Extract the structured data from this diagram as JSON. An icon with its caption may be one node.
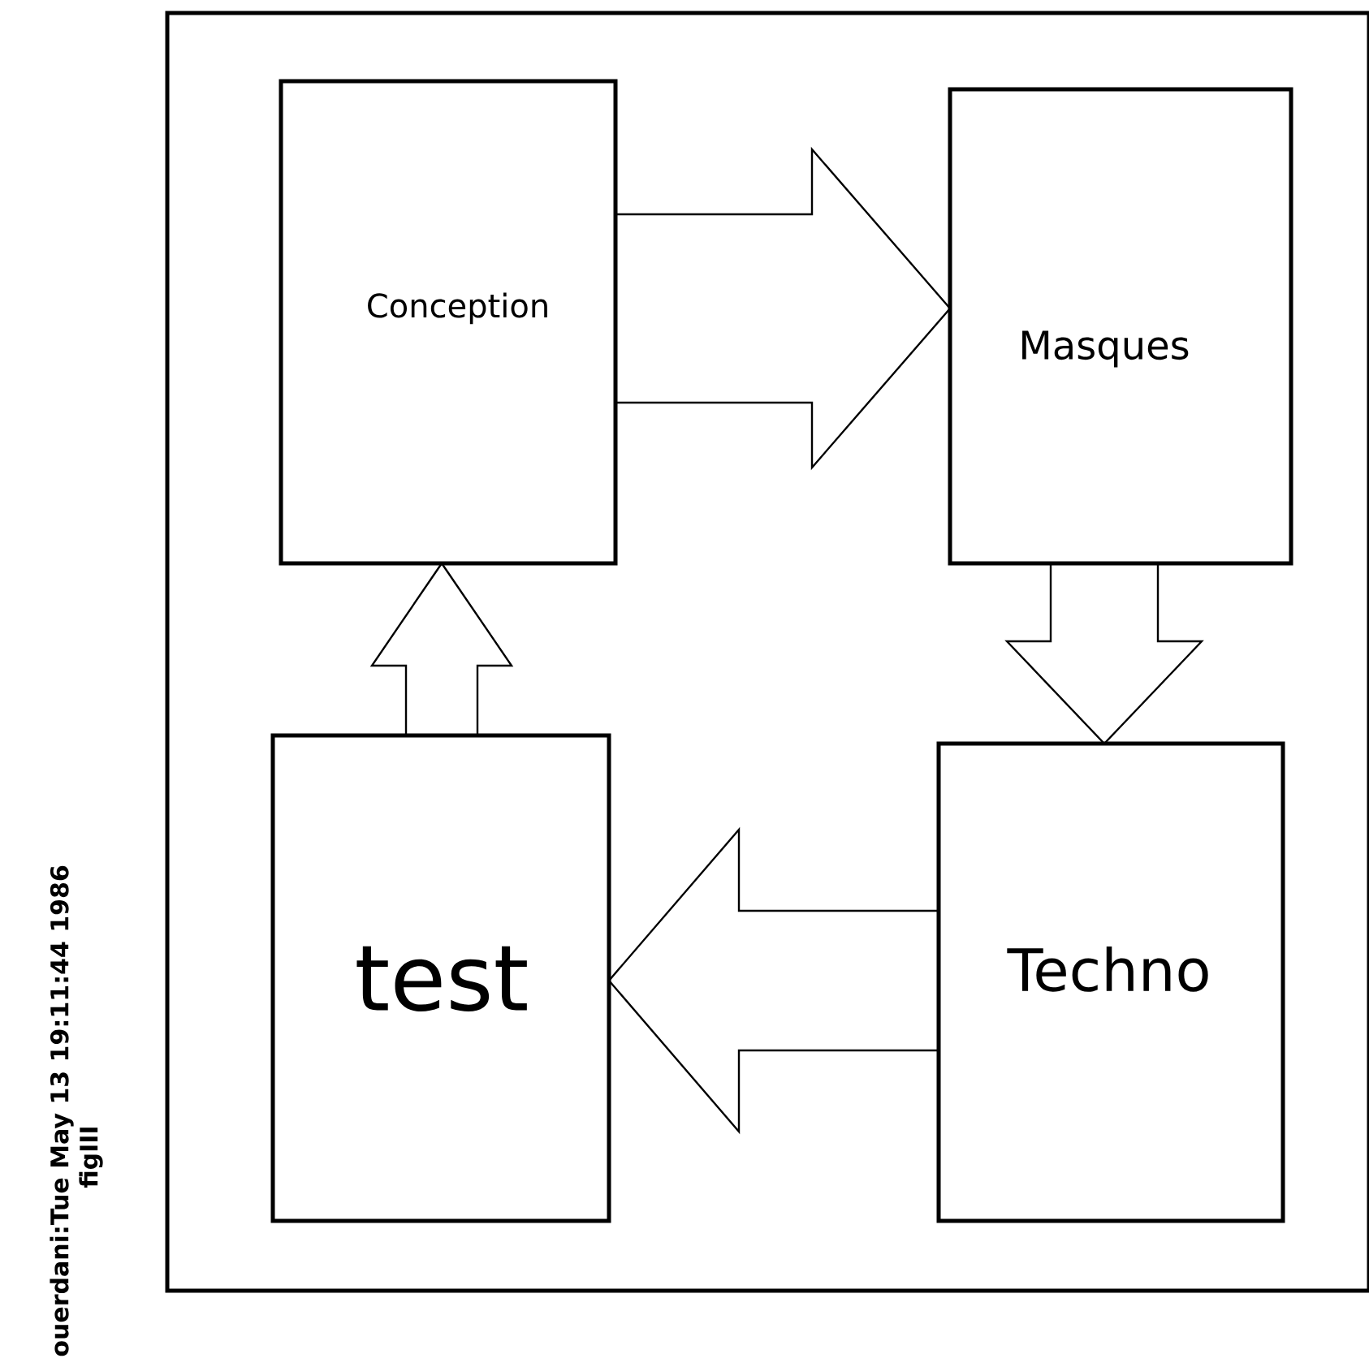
{
  "diagram": {
    "nodes": [
      {
        "text": [
          "Conception"
        ]
      },
      {
        "text": [
          "Masques"
        ]
      },
      {
        "text": [
          "test"
        ]
      },
      {
        "text": [
          "Techno"
        ]
      }
    ],
    "edges": [
      {
        "from": 0,
        "to": 1,
        "arrow": "to"
      },
      {
        "from": 1,
        "to": 3,
        "arrow": "to"
      },
      {
        "from": 3,
        "to": 2,
        "arrow": "to"
      },
      {
        "from": 2,
        "to": 0,
        "arrow": "to"
      }
    ],
    "labels": [
      "ouerdani:Tue May 13 19:11:44 1986",
      "figIII"
    ]
  }
}
